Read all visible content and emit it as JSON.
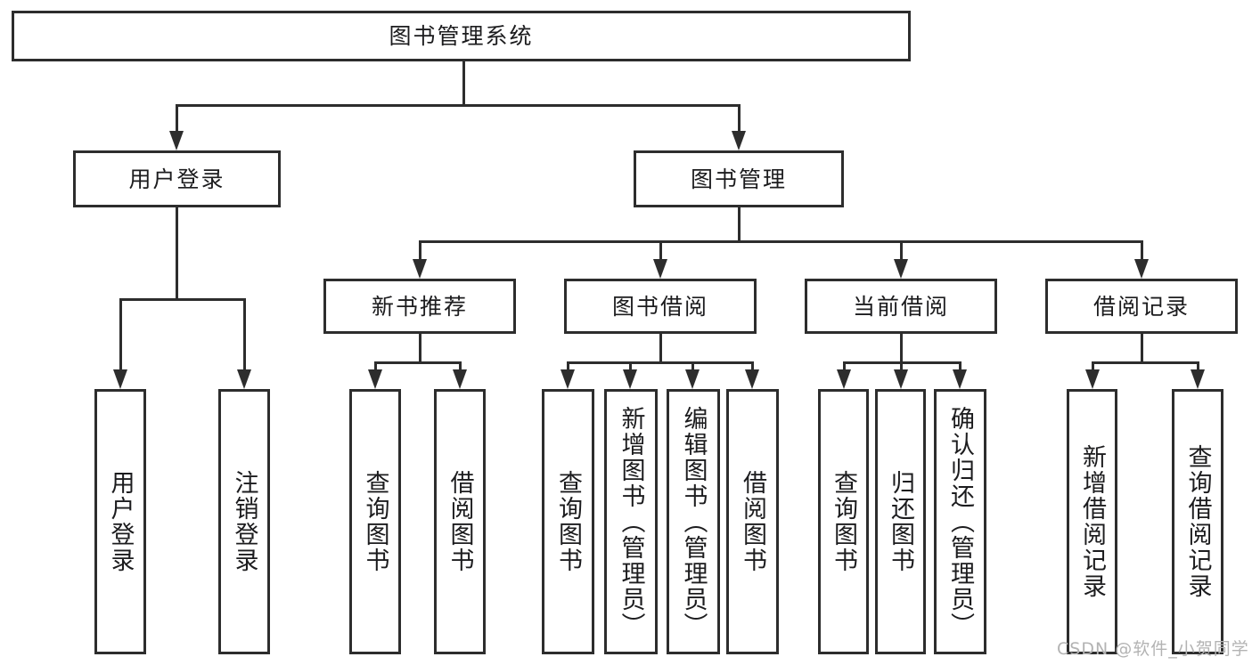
{
  "diagram_type": "hierarchy-tree",
  "tree": {
    "label": "图书管理系统",
    "children": [
      {
        "label": "用户登录",
        "children": [
          {
            "label": "用户登录"
          },
          {
            "label": "注销登录"
          }
        ]
      },
      {
        "label": "图书管理",
        "children": [
          {
            "label": "新书推荐",
            "children": [
              {
                "label": "查询图书"
              },
              {
                "label": "借阅图书"
              }
            ]
          },
          {
            "label": "图书借阅",
            "children": [
              {
                "label": "查询图书"
              },
              {
                "label": "新增图书（管理员）"
              },
              {
                "label": "编辑图书（管理员）"
              },
              {
                "label": "借阅图书"
              }
            ]
          },
          {
            "label": "当前借阅",
            "children": [
              {
                "label": "查询图书"
              },
              {
                "label": "归还图书"
              },
              {
                "label": "确认归还（管理员）"
              }
            ]
          },
          {
            "label": "借阅记录",
            "children": [
              {
                "label": "新增借阅记录"
              },
              {
                "label": "查询借阅记录"
              }
            ]
          }
        ]
      }
    ]
  },
  "watermark": {
    "text": "CSDN @软件_小贺同学"
  },
  "colors": {
    "line": "#2d2d2d",
    "text": "#1c1c1e",
    "background": "#ffffff",
    "watermark": "#b3b3b3"
  }
}
